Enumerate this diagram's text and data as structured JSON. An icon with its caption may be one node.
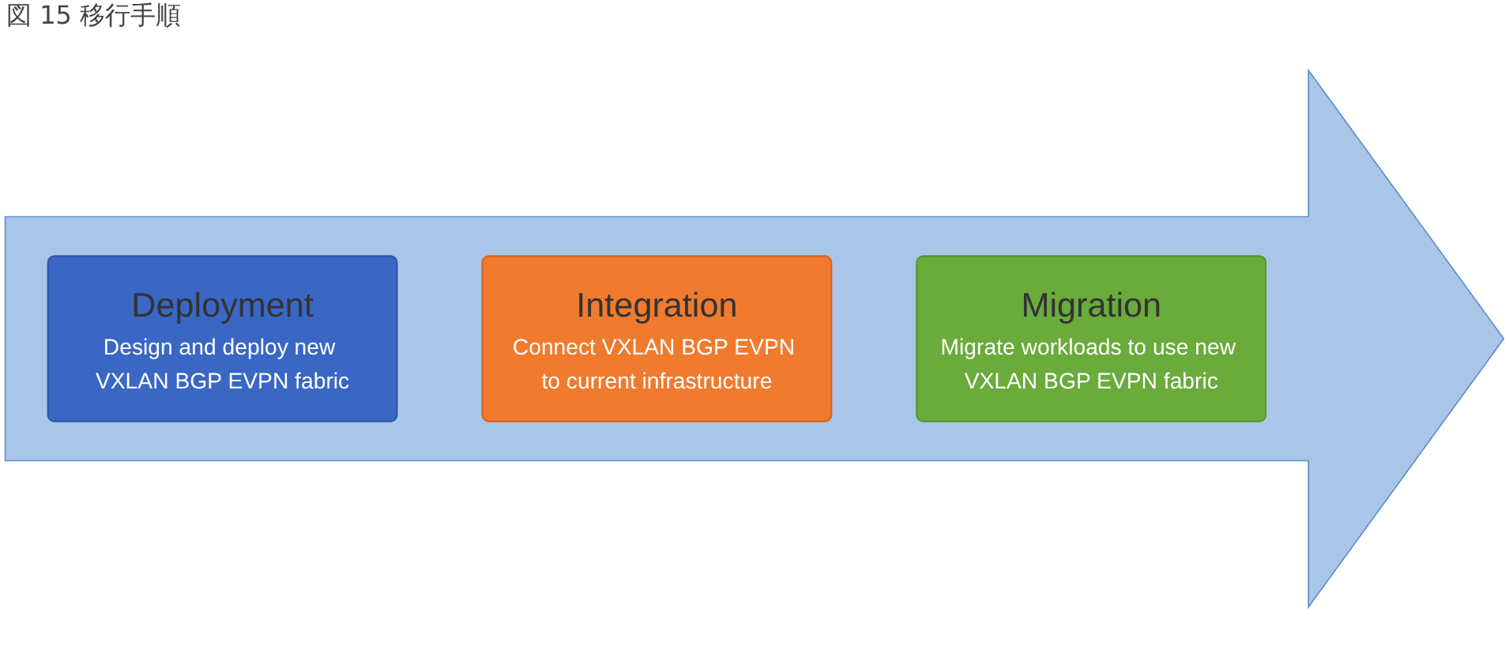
{
  "diagram": {
    "title": "図 15 移行手順",
    "nodes": [
      {
        "text": [],
        "shape": "arrow"
      },
      {
        "text": [
          "Deployment",
          "Design and deploy new VXLAN BGP EVPN fabric"
        ],
        "in": 0
      },
      {
        "text": [
          "Integration",
          "Connect VXLAN BGP EVPN to current infrastructure"
        ],
        "in": 0
      },
      {
        "text": [
          "Migration",
          "Migrate workloads to use new VXLAN BGP EVPN fabric"
        ],
        "in": 0
      }
    ],
    "edges": []
  }
}
